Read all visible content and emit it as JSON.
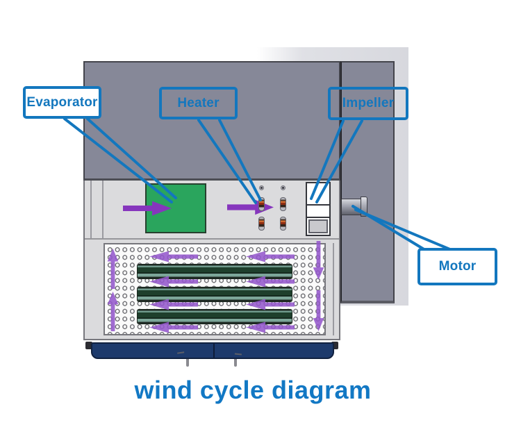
{
  "diagram": {
    "title": "wind cycle diagram",
    "labels": {
      "evaporator": "Evaporator",
      "heater": "Heater",
      "impeller": "Impeller",
      "motor": "Motor"
    },
    "colors": {
      "callout_blue": "#1377be",
      "title_blue": "#1278c4",
      "duct_arrow_purple": "#8636bd",
      "chamber_arrow_purple": "#9458cc",
      "evaporator_green": "#2aa55d",
      "body_gray": "#868898",
      "duct_gray": "#dbdbdd",
      "base_navy": "#1d3a6c",
      "shelf_dark_green": "#1e3f2c",
      "shelf_teal": "#7ca699",
      "heater_rod_orange": "#cf6a30"
    }
  }
}
